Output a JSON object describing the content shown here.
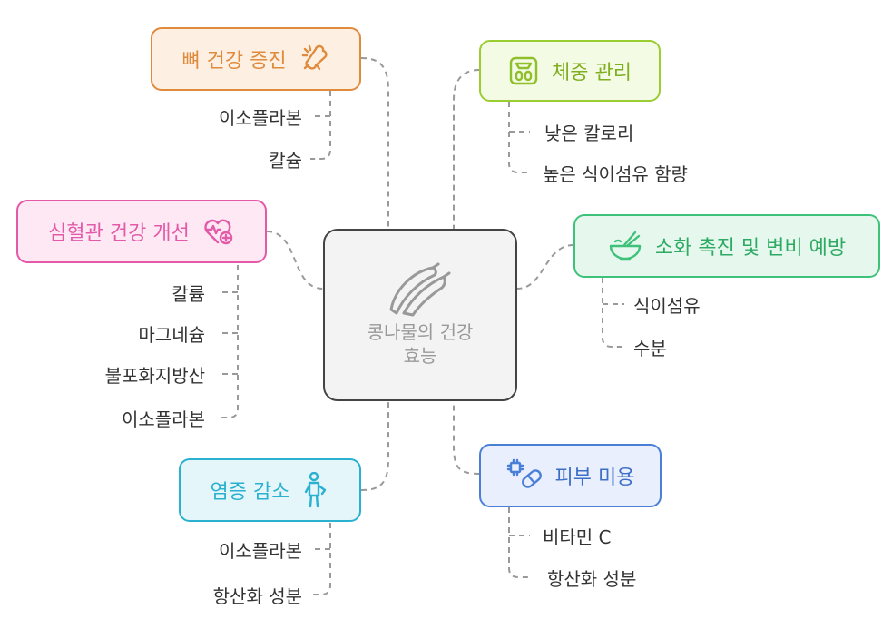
{
  "center": {
    "title": "콩나물의 건강 효능",
    "icon": "bean-sprout-icon"
  },
  "branches": {
    "bone": {
      "label": "뼈 건강 증진",
      "icon": "bone-icon",
      "color": "#e08a3c",
      "fill": "#fdf0e2",
      "items": [
        "이소플라본",
        "칼슘"
      ]
    },
    "heart": {
      "label": "심혈관 건강 개선",
      "icon": "heart-search-icon",
      "color": "#e35aa8",
      "fill": "#fde8f4",
      "items": [
        "칼륨",
        "마그네슘",
        "불포화지방산",
        "이소플라본"
      ]
    },
    "inflammation": {
      "label": "염증 감소",
      "icon": "person-icon",
      "color": "#2ab1d0",
      "fill": "#e5f6fb",
      "items": [
        "이소플라본",
        "항산화 성분"
      ]
    },
    "weight": {
      "label": "체중 관리",
      "icon": "scale-icon",
      "color": "#9acd32",
      "fill": "#f4fbe4",
      "items": [
        "낮은 칼로리",
        "높은 식이섬유 함량"
      ]
    },
    "digestion": {
      "label": "소화 촉진 및 변비 예방",
      "icon": "bowl-icon",
      "color": "#3ec27a",
      "fill": "#e6f8ee",
      "items": [
        "식이섬유",
        "수분"
      ]
    },
    "skin": {
      "label": "피부 미용",
      "icon": "pill-icon",
      "color": "#4a7fd8",
      "fill": "#e9effc",
      "items": [
        "비타민 C",
        "항산화 성분"
      ]
    }
  }
}
